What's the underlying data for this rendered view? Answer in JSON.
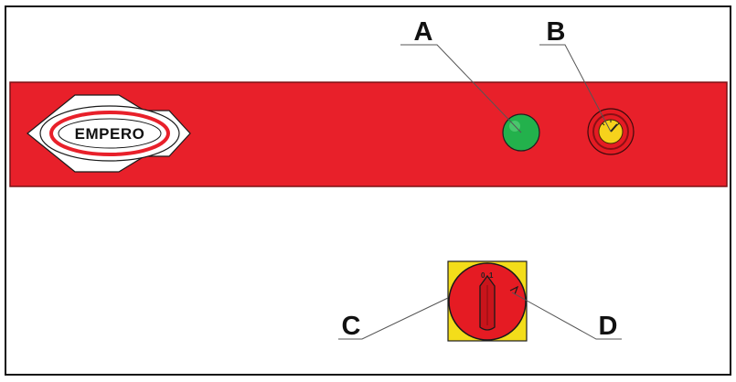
{
  "brand": {
    "logo_text": "EMPERO"
  },
  "callouts": {
    "a": "A",
    "b": "B",
    "c": "C",
    "d": "D"
  },
  "switch": {
    "off_label": "0",
    "on_label": "1"
  },
  "colors": {
    "panel_red": "#e8202a",
    "indicator_green": "#23b14c",
    "switch_yellow": "#f3dd1a",
    "switch_red": "#e51b23",
    "gauge_face": "#f6d21c"
  },
  "icons": {
    "a": "green-indicator-lamp",
    "b": "thermostat-dial",
    "c": "rotary-main-switch",
    "d": "switch-position-mark"
  }
}
